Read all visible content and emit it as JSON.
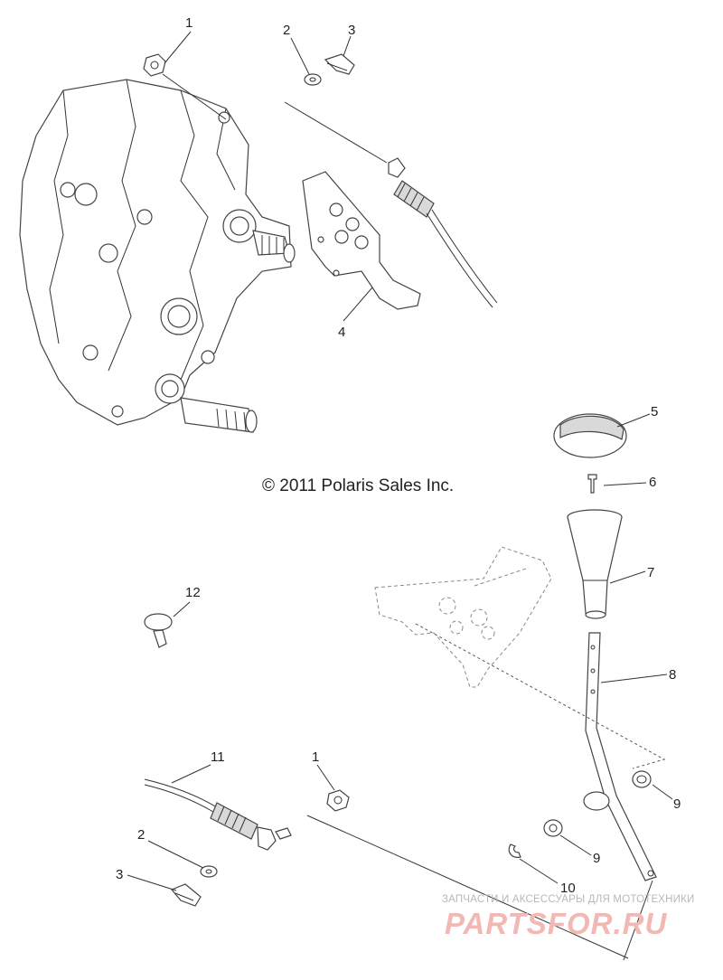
{
  "diagram": {
    "copyright": "© 2011 Polaris Sales Inc.",
    "callouts": [
      {
        "id": "c1a",
        "label": "1"
      },
      {
        "id": "c2a",
        "label": "2"
      },
      {
        "id": "c3a",
        "label": "3"
      },
      {
        "id": "c4",
        "label": "4"
      },
      {
        "id": "c5",
        "label": "5"
      },
      {
        "id": "c6",
        "label": "6"
      },
      {
        "id": "c7",
        "label": "7"
      },
      {
        "id": "c8",
        "label": "8"
      },
      {
        "id": "c9a",
        "label": "9"
      },
      {
        "id": "c9b",
        "label": "9"
      },
      {
        "id": "c10",
        "label": "10"
      },
      {
        "id": "c11",
        "label": "11"
      },
      {
        "id": "c12",
        "label": "12"
      },
      {
        "id": "c1b",
        "label": "1"
      },
      {
        "id": "c2b",
        "label": "2"
      },
      {
        "id": "c3b",
        "label": "3"
      }
    ]
  },
  "watermark": {
    "tagline": "ЗАПЧАСТИ И АКСЕССУАРЫ ДЛЯ МОТОТЕХНИКИ",
    "brand": "PARTSFOR.RU"
  }
}
